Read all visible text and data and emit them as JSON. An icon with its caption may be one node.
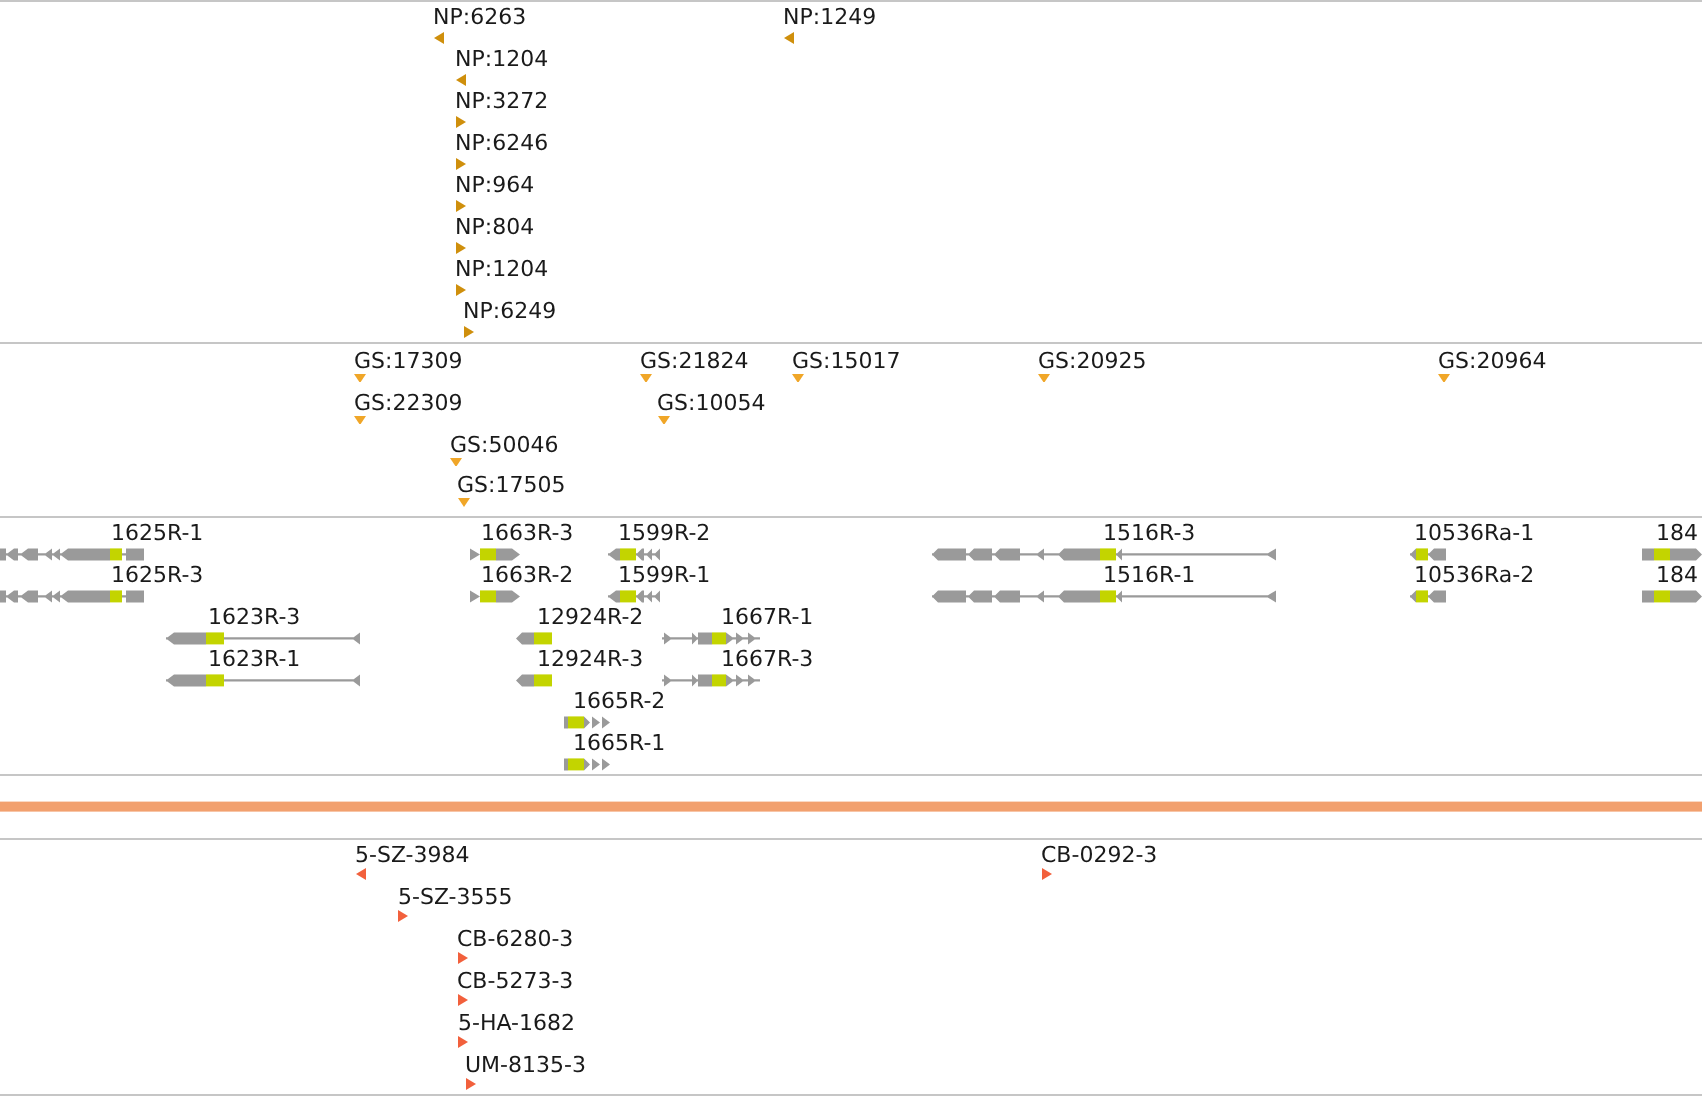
{
  "diagram": {
    "labels": [
      "NP:6263",
      "NP:1249",
      "NP:1204",
      "NP:3272",
      "NP:6246",
      "NP:964",
      "NP:804",
      "NP:1204",
      "NP:6249",
      "GS:17309",
      "GS:21824",
      "GS:15017",
      "GS:20925",
      "GS:20964",
      "GS:22309",
      "GS:10054",
      "GS:50046",
      "GS:17505",
      "1625R-1",
      "1663R-3",
      "1599R-2",
      "1516R-3",
      "10536Ra-1",
      "184",
      "1625R-3",
      "1663R-2",
      "1599R-1",
      "1516R-1",
      "10536Ra-2",
      "184",
      "1623R-3",
      "12924R-2",
      "1667R-1",
      "1623R-1",
      "12924R-3",
      "1667R-3",
      "1665R-2",
      "1665R-1",
      "5-SZ-3984",
      "CB-0292-3",
      "5-SZ-3555",
      "CB-6280-3",
      "CB-5273-3",
      "5-HA-1682",
      "UM-8135-3"
    ]
  }
}
